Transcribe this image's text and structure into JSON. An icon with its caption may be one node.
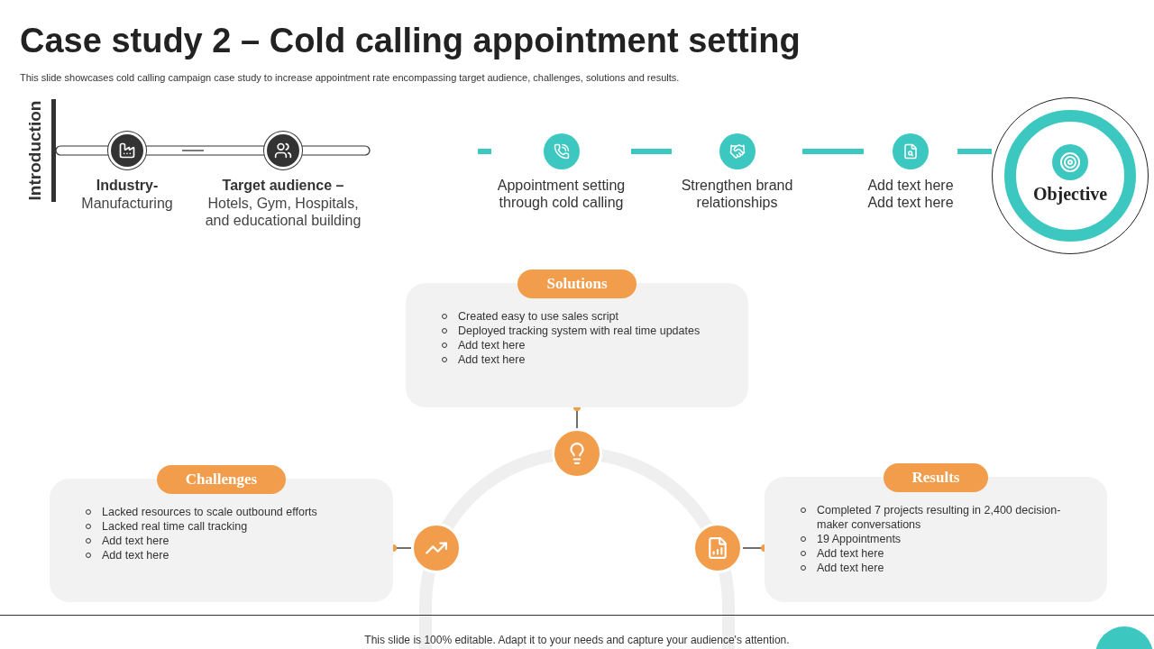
{
  "diagram": {
    "title": "Case study 2 – Cold calling appointment setting",
    "nodes": [
      {
        "text": [
          "Industry-",
          "Manufacturing"
        ]
      },
      {
        "text": [
          "Target audience –",
          "Hotels, Gym, Hospitals, and educational building"
        ]
      },
      {
        "text": [
          "Appointment setting through cold calling"
        ]
      },
      {
        "text": [
          "Strengthen brand relationships"
        ]
      },
      {
        "text": [
          "Add text here",
          "Add text here"
        ]
      },
      {
        "text": [
          "Objective"
        ]
      },
      {
        "text": [
          "Solutions",
          "Created easy to use sales script",
          "Deployed tracking system with real time updates",
          "Add text here",
          "Add text here"
        ]
      },
      {
        "text": [],
        "shape": "circle"
      },
      {
        "text": [
          "Challenges",
          "Lacked resources to scale outbound efforts",
          "Lacked real time call tracking",
          "Add text here",
          "Add text here"
        ]
      },
      {
        "text": [],
        "shape": "circle"
      },
      {
        "text": [
          "Results",
          "Completed 7 projects resulting in 2,400 decision-maker conversations",
          "19 Appointments",
          "Add text here",
          "Add text here"
        ]
      },
      {
        "text": [],
        "shape": "circle"
      }
    ],
    "edges": [
      {
        "from": 0,
        "to": 1,
        "arrow": "none",
        "color": "#333333"
      },
      {
        "from": 2,
        "to": 3,
        "arrow": "none",
        "style": "thick",
        "color": "#3cc8c0"
      },
      {
        "from": 3,
        "to": 4,
        "arrow": "none",
        "style": "thick",
        "color": "#3cc8c0"
      },
      {
        "from": 4,
        "to": 5,
        "arrow": "none",
        "style": "thick",
        "color": "#3cc8c0"
      },
      {
        "from": 7,
        "to": 6,
        "arrow": "other",
        "color": "#222222"
      },
      {
        "from": 9,
        "to": 8,
        "arrow": "other",
        "color": "#222222"
      },
      {
        "from": 11,
        "to": 10,
        "arrow": "other",
        "color": "#222222"
      }
    ],
    "labels": [
      "This slide showcases cold calling campaign case study to increase appointment rate encompassing target audience, challenges, solutions and results.",
      "Introduction",
      "This slide is 100% editable. Adapt it to your needs and capture your audience's attention."
    ]
  }
}
